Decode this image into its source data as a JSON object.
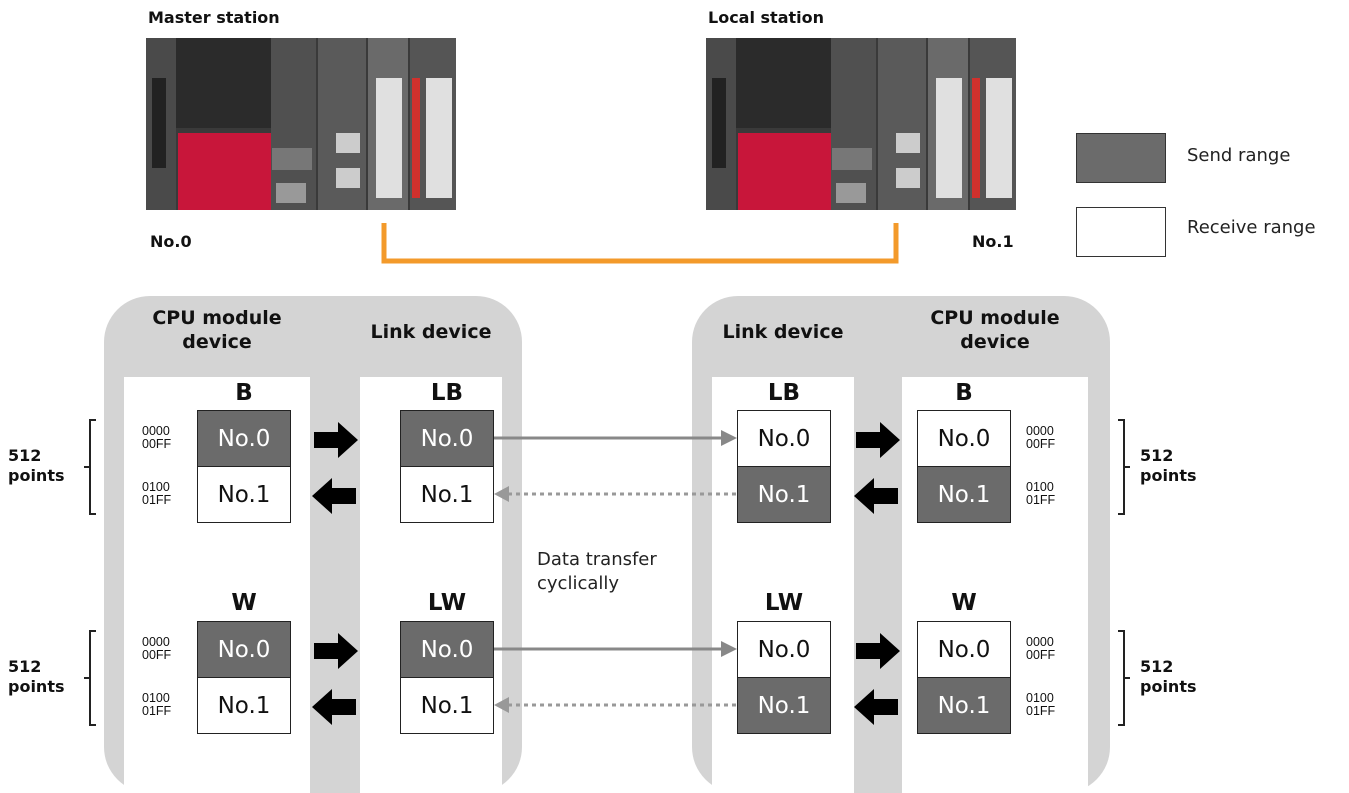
{
  "stations": {
    "master": {
      "name": "Master station",
      "number": "No.0"
    },
    "local": {
      "name": "Local station",
      "number": "No.1"
    }
  },
  "legend": {
    "send": "Send range",
    "receive": "Receive range"
  },
  "panels": {
    "cpu_header": "CPU module\ndevice",
    "link_header": "Link device"
  },
  "devices": {
    "b": "B",
    "lb": "LB",
    "w": "W",
    "lw": "LW"
  },
  "blocks": {
    "no0": "No.0",
    "no1": "No.1"
  },
  "addresses": {
    "range0": "0000\n00FF",
    "range1": "0100\n01FF"
  },
  "points_label": "512\npoints",
  "transfer_note": "Data transfer\ncyclically",
  "colors": {
    "send": "#6b6b6b",
    "receive": "#ffffff",
    "panel": "#d4d4d4",
    "link_line": "#f39a2b",
    "arrow": "#888888"
  }
}
